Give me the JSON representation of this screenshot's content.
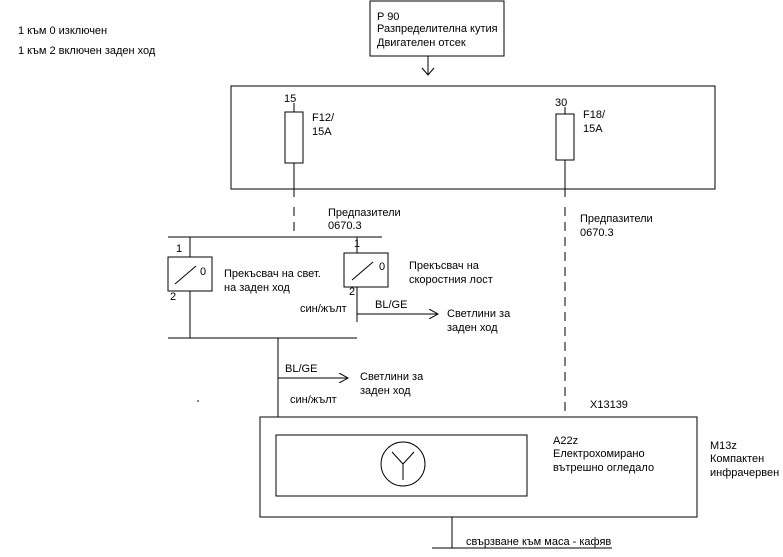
{
  "legend": {
    "line1": "1 към 0 изключен",
    "line2": "1 към 2 включен заден ход"
  },
  "p90": {
    "code": "P 90",
    "name": "Разпределителна кутия",
    "location": "Двигателен отсек"
  },
  "fuse_left": {
    "terminal": "15",
    "label_line1": "F12/",
    "label_line2": "15A"
  },
  "fuse_right": {
    "terminal": "30",
    "label_line1": "F18/",
    "label_line2": "15A"
  },
  "fuses_caption_left": {
    "line1": "Предпазители",
    "line2": "0670.3"
  },
  "fuses_caption_right": {
    "line1": "Предпазители",
    "line2": "0670.3"
  },
  "switch_left": {
    "pos_1": "1",
    "pos_0": "0",
    "pos_2": "2",
    "label_line1": "Прекъсвач на свет.",
    "label_line2": "на заден ход"
  },
  "switch_right": {
    "pos_1": "1",
    "pos_0": "0",
    "pos_2": "2",
    "label_line1": "Прекъсвач на",
    "label_line2": "скоростния лост"
  },
  "wire_upper": {
    "color_code": "BL/GE",
    "color_name": "син/жълт",
    "target_line1": "Светлини за",
    "target_line2": "заден ход"
  },
  "wire_lower": {
    "color_code": "BL/GE",
    "color_name": "син/жълт",
    "target_line1": "Светлини за",
    "target_line2": "заден ход"
  },
  "connector": "X13139",
  "mirror": {
    "code": "A22z",
    "line1": "Електрохомирано",
    "line2": "вътрешно огледало"
  },
  "module": {
    "code": "M13z",
    "line1": "Компактен",
    "line2": "инфрачервен"
  },
  "ground": "свързване към маса - кафяв"
}
